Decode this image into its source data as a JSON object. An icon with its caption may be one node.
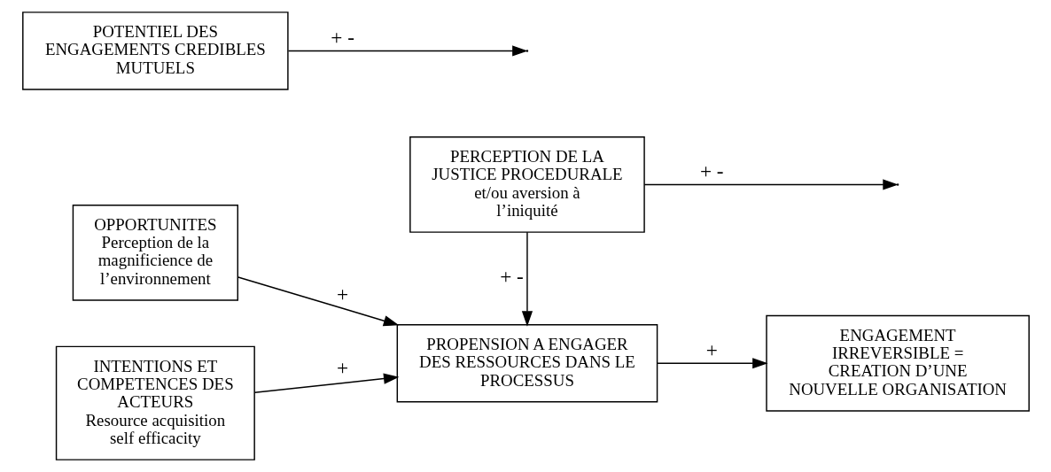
{
  "diagram": {
    "nodes": [
      {
        "text": [
          "OPPORTUNITES",
          "Perception de la magnificience de l’environnement"
        ]
      },
      {
        "text": [
          "INTENTIONS ET COMPETENCES DES ACTEURS",
          "Resource acquisition self efficacity"
        ]
      },
      {
        "text": [
          "PROPENSION A ENGAGER DES RESSOURCES DANS LE PROCESSUS"
        ]
      },
      {
        "text": [
          "PERCEPTION DE LA JUSTICE PROCEDURALE et/ou aversion à l’iniquité"
        ]
      },
      {
        "text": [
          "POTENTIEL DES ENGAGEMENTS CREDIBLES MUTUELS"
        ]
      },
      {
        "text": [
          "ENGAGEMENT IRREVERSIBLE = CREATION D’UNE NOUVELLE ORGANISATION"
        ]
      }
    ],
    "edges": [
      {
        "from": 0,
        "to": 2,
        "arrow": "to",
        "label": "+"
      },
      {
        "from": 1,
        "to": 2,
        "arrow": "to",
        "label": "+"
      },
      {
        "from": 3,
        "to": null,
        "arrow": "to",
        "label": "+ -"
      },
      {
        "from": 3,
        "to": 2,
        "arrow": "to",
        "label": "+ -"
      },
      {
        "from": 2,
        "to": 5,
        "arrow": "to",
        "label": "+"
      },
      {
        "from": 4,
        "to": null,
        "arrow": "to",
        "label": "+ -"
      }
    ]
  }
}
